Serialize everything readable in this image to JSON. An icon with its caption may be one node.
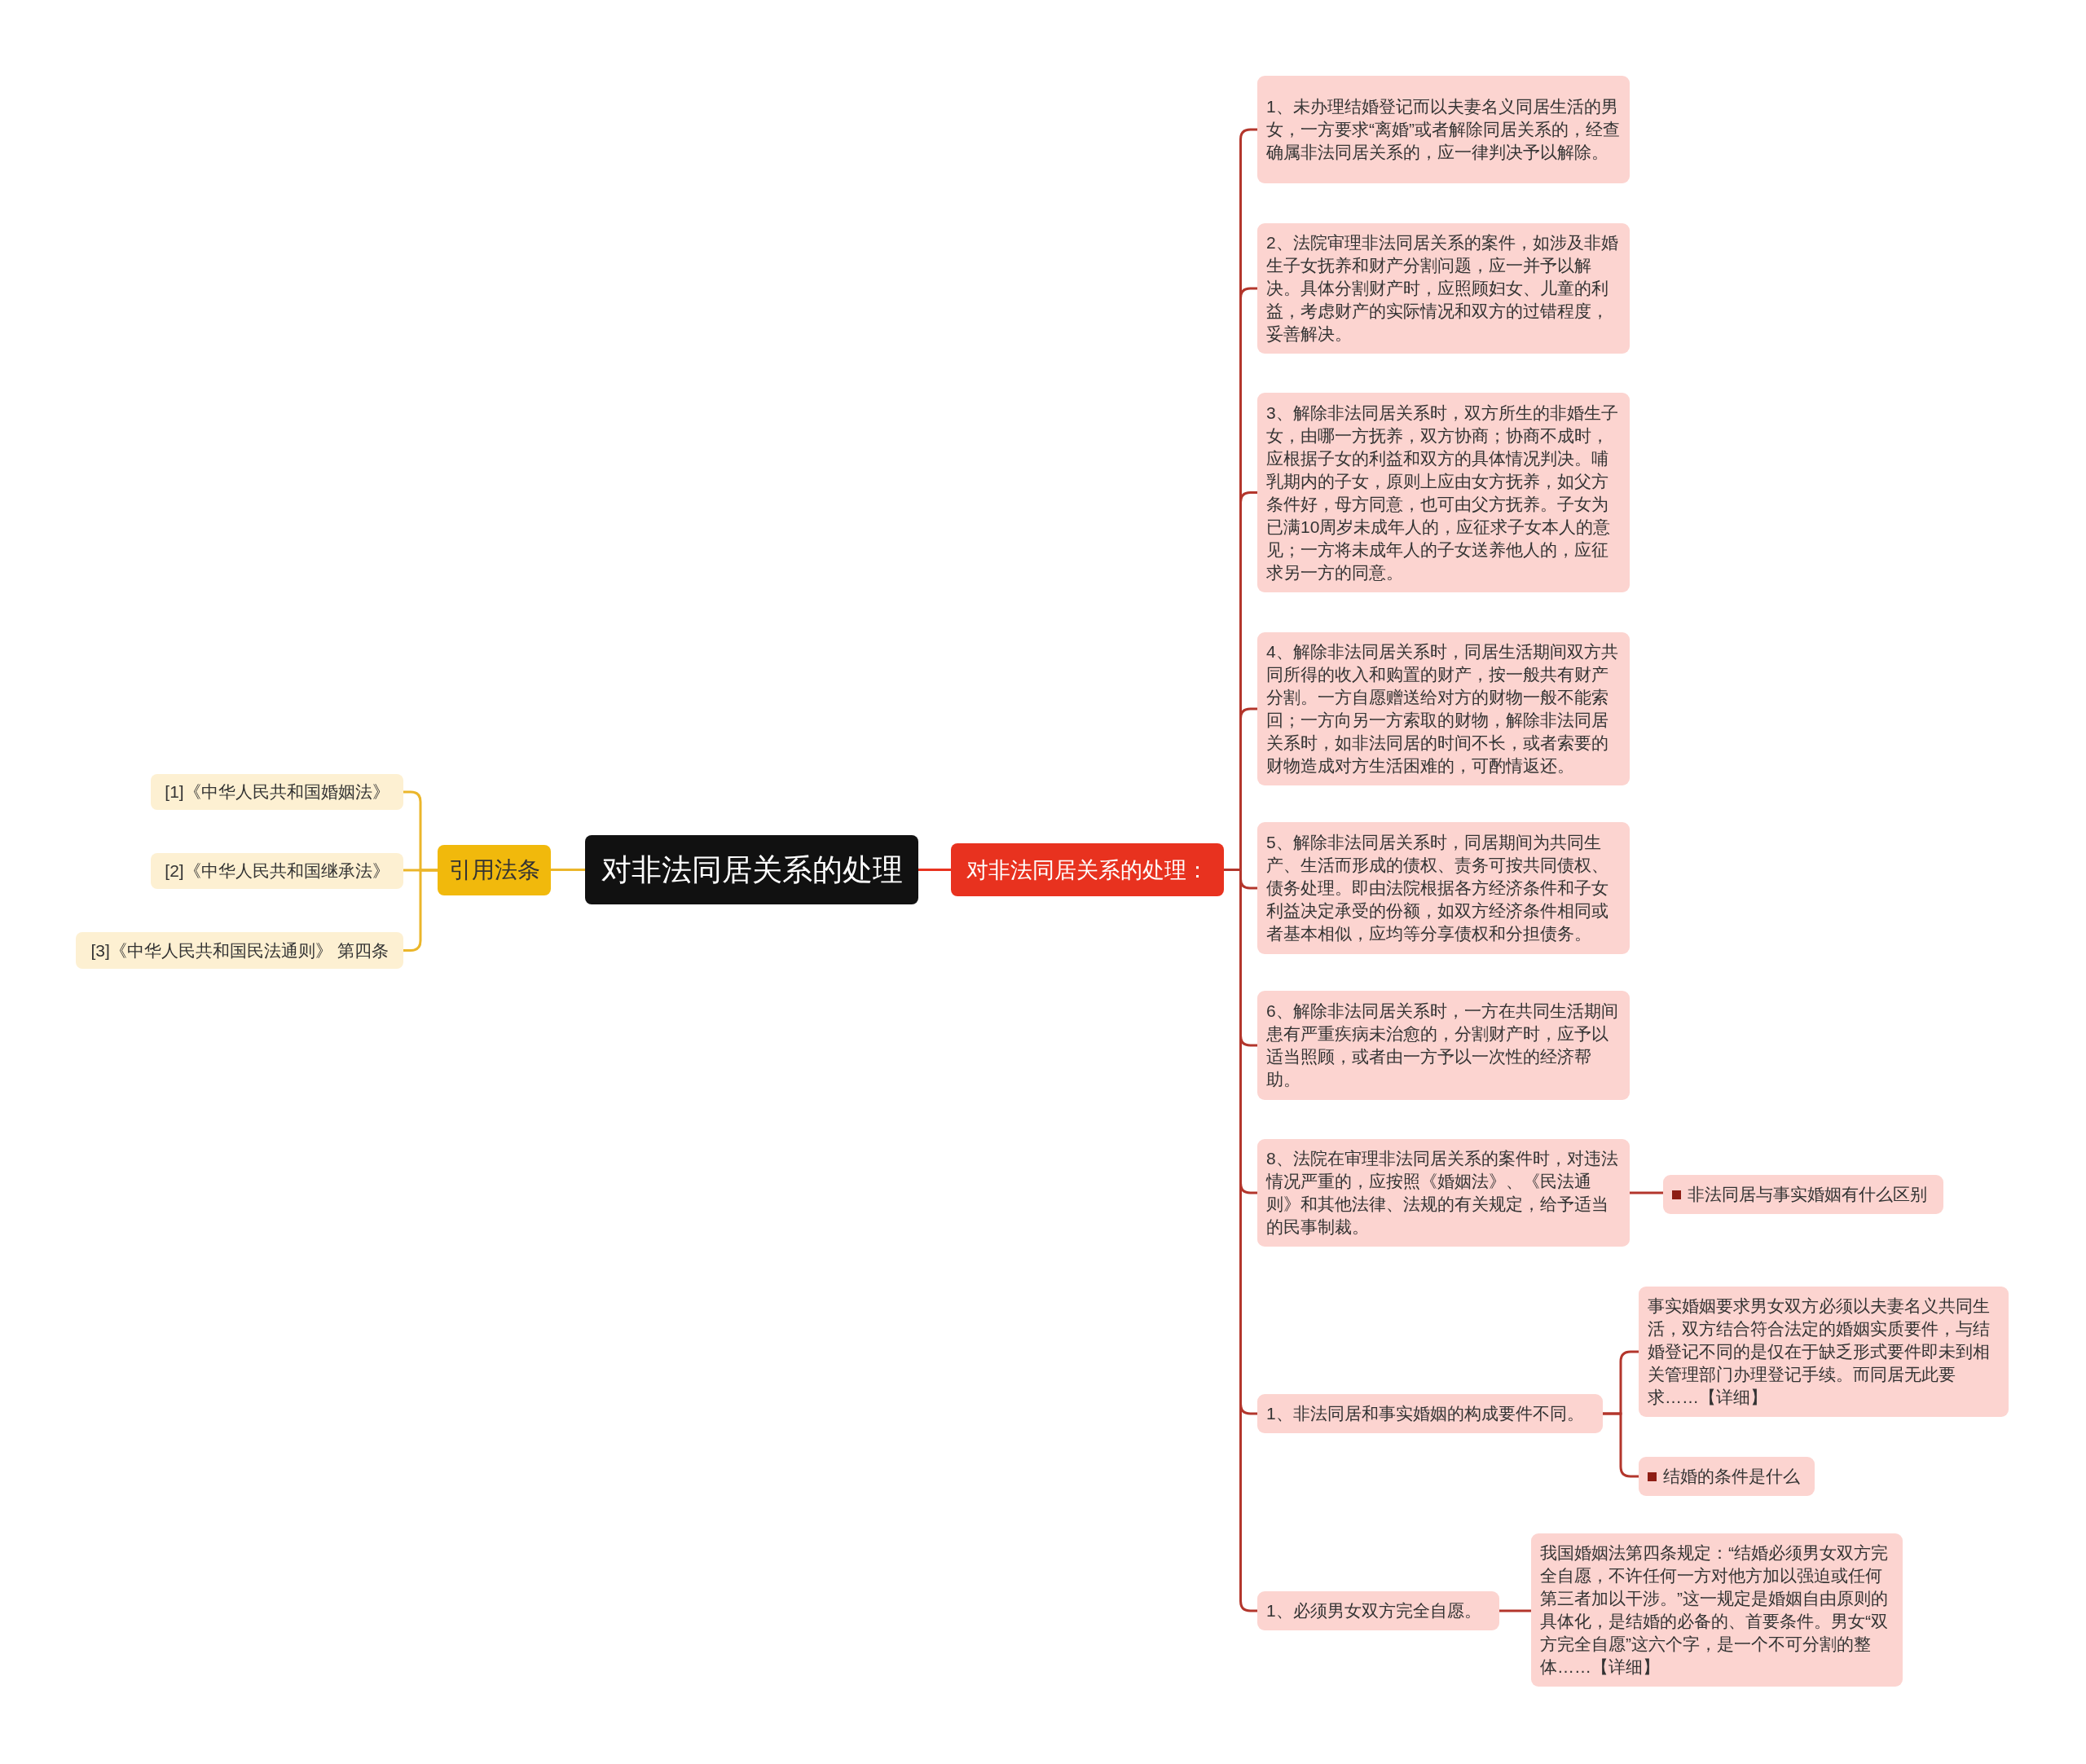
{
  "diagram": {
    "nodes": [
      {
        "text": [
          "对非法同居关系的处理"
        ]
      },
      {
        "text": [
          "引用法条"
        ]
      },
      {
        "text": [
          "[1]《中华人民共和国婚姻法》"
        ]
      },
      {
        "text": [
          "[2]《中华人民共和国继承法》"
        ]
      },
      {
        "text": [
          "[3]《中华人民共和国民法通则》 第四条"
        ]
      },
      {
        "text": [
          "对非法同居关系的处理："
        ]
      },
      {
        "text": [
          "1、未办理结婚登记而以夫妻名义同居生活的男女，一方要求“离婚”或者解除同居关系的，经查确属非法同居关系的，应一律判决予以解除。"
        ]
      },
      {
        "text": [
          "2、法院审理非法同居关系的案件，如涉及非婚生子女抚养和财产分割问题，应一并予以解决。具体分割财产时，应照顾妇女、儿童的利益，考虑财产的实际情况和双方的过错程度，妥善解决。"
        ]
      },
      {
        "text": [
          "3、解除非法同居关系时，双方所生的非婚生子女，由哪一方抚养，双方协商；协商不成时，应根据子女的利益和双方的具体情况判决。哺乳期内的子女，原则上应由女方抚养，如父方条件好，母方同意，也可由父方抚养。子女为已满10周岁未成年人的，应征求子女本人的意见；一方将未成年人的子女送养他人的，应征求另一方的同意。"
        ]
      },
      {
        "text": [
          "4、解除非法同居关系时，同居生活期间双方共同所得的收入和购置的财产，按一般共有财产分割。一方自愿赠送给对方的财物一般不能索回；一方向另一方索取的财物，解除非法同居关系时，如非法同居的时间不长，或者索要的财物造成对方生活困难的，可酌情返还。"
        ]
      },
      {
        "text": [
          "5、解除非法同居关系时，同居期间为共同生产、生活而形成的债权、责务可按共同债权、债务处理。即由法院根据各方经济条件和子女利益决定承受的份额，如双方经济条件相同或者基本相似，应均等分享债权和分担债务。"
        ]
      },
      {
        "text": [
          "6、解除非法同居关系时，一方在共同生活期间患有严重疾病未治愈的，分割财产时，应予以适当照顾，或者由一方予以一次性的经济帮助。"
        ]
      },
      {
        "text": [
          "8、法院在审理非法同居关系的案件时，对违法情况严重的，应按照《婚姻法》、《民法通则》和其他法律、法规的有关规定，给予适当的民事制裁。"
        ]
      },
      {
        "text": [
          "非法同居与事实婚姻有什么区别"
        ]
      },
      {
        "text": [
          "1、非法同居和事实婚姻的构成要件不同。"
        ]
      },
      {
        "text": [
          "事实婚姻要求男女双方必须以夫妻名义共同生活，双方结合符合法定的婚姻实质要件，与结婚登记不同的是仅在于缺乏形式要件即未到相关管理部门办理登记手续。而同居无此要求……【详细】"
        ]
      },
      {
        "text": [
          "结婚的条件是什么"
        ]
      },
      {
        "text": [
          "1、必须男女双方完全自愿。"
        ]
      },
      {
        "text": [
          "我国婚姻法第四条规定：“结婚必须男女双方完全自愿，不许任何一方对他方加以强迫或任何第三者加以干涉。”这一规定是婚姻自由原则的具体化，是结婚的必备的、首要条件。男女“双方完全自愿”这六个字，是一个不可分割的整体……【详细】"
        ]
      }
    ],
    "edges": [
      {
        "from": 0,
        "to": 1,
        "arrow": "none",
        "color": "#ebb62a"
      },
      {
        "from": 1,
        "to": 2,
        "arrow": "none",
        "color": "#ebb62a"
      },
      {
        "from": 1,
        "to": 3,
        "arrow": "none",
        "color": "#ebb62a"
      },
      {
        "from": 1,
        "to": 4,
        "arrow": "none",
        "color": "#ebb62a"
      },
      {
        "from": 0,
        "to": 5,
        "arrow": "none",
        "color": "#e8321f"
      },
      {
        "from": 5,
        "to": 6,
        "arrow": "none"
      },
      {
        "from": 5,
        "to": 7,
        "arrow": "none"
      },
      {
        "from": 5,
        "to": 8,
        "arrow": "none"
      },
      {
        "from": 5,
        "to": 9,
        "arrow": "none"
      },
      {
        "from": 5,
        "to": 10,
        "arrow": "none"
      },
      {
        "from": 5,
        "to": 11,
        "arrow": "none"
      },
      {
        "from": 5,
        "to": 12,
        "arrow": "none"
      },
      {
        "from": 12,
        "to": 13,
        "arrow": "none"
      },
      {
        "from": 5,
        "to": 14,
        "arrow": "none"
      },
      {
        "from": 14,
        "to": 15,
        "arrow": "none"
      },
      {
        "from": 14,
        "to": 16,
        "arrow": "none"
      },
      {
        "from": 5,
        "to": 17,
        "arrow": "none"
      },
      {
        "from": 17,
        "to": 18,
        "arrow": "none"
      }
    ]
  }
}
